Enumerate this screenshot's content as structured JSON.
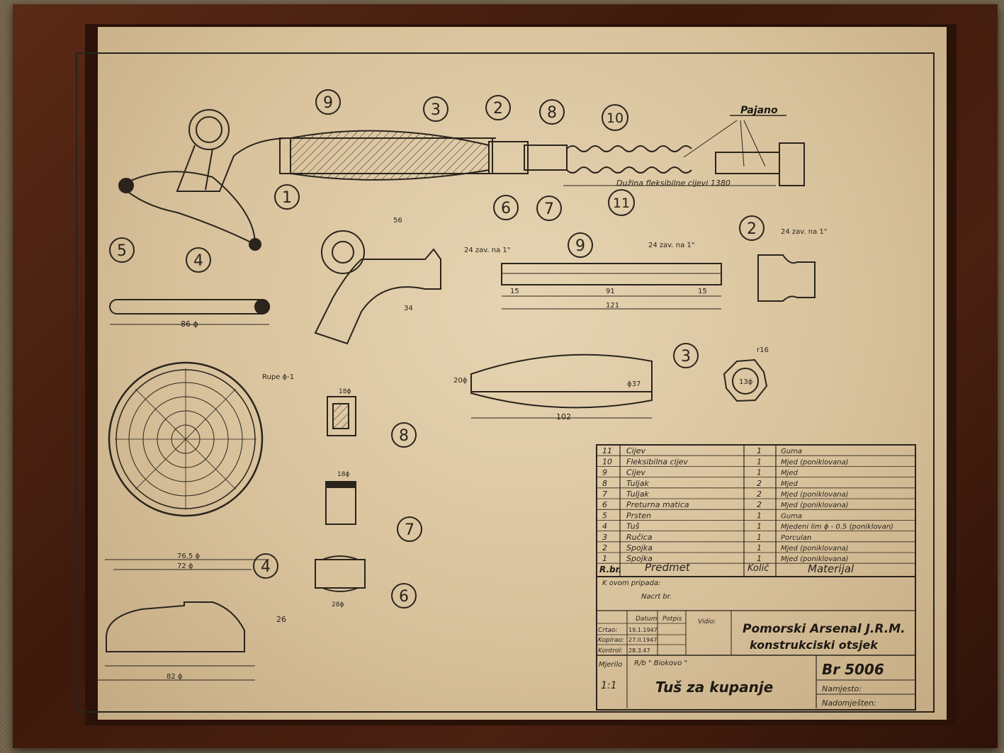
{
  "drawing": {
    "label_pajano": "Pajano",
    "label_duzina": "Dužina fleksibilne cijevi 1380",
    "callouts": [
      "1",
      "2",
      "3",
      "4",
      "5",
      "6",
      "7",
      "8",
      "9",
      "10",
      "11"
    ],
    "dims": {
      "d56": "56",
      "d24zav": "24 zav. na 1\"",
      "d34": "34",
      "d15": "15",
      "d91": "91",
      "d121": "121",
      "d86": "86 ϕ",
      "d102": "102",
      "d82": "82 ϕ",
      "d72": "72 ϕ",
      "d76": "76.5 ϕ",
      "d26": "26",
      "d18": "18ϕ",
      "d28": "28ϕ",
      "rupe": "Rupe ϕ-1",
      "d20": "20ϕ",
      "d37": "ϕ37",
      "d13": "13ϕ",
      "r16": "r16"
    }
  },
  "parts_table": {
    "rows": [
      {
        "no": "11",
        "item": "Cijev",
        "qty": "1",
        "material": "Guma"
      },
      {
        "no": "10",
        "item": "Fleksibilna cijev",
        "qty": "1",
        "material": "Mjed (poniklovana)"
      },
      {
        "no": "9",
        "item": "Cijev",
        "qty": "1",
        "material": "Mjed"
      },
      {
        "no": "8",
        "item": "Tuljak",
        "qty": "2",
        "material": "Mjed"
      },
      {
        "no": "7",
        "item": "Tuljak",
        "qty": "2",
        "material": "Mjed (poniklovana)"
      },
      {
        "no": "6",
        "item": "Preturna matica",
        "qty": "2",
        "material": "Mjed (poniklovana)"
      },
      {
        "no": "5",
        "item": "Prsten",
        "qty": "1",
        "material": "Guma"
      },
      {
        "no": "4",
        "item": "Tuš",
        "qty": "1",
        "material": "Mjedeni lim ϕ - 0.5 (poniklovan)"
      },
      {
        "no": "3",
        "item": "Ručica",
        "qty": "1",
        "material": "Porculan"
      },
      {
        "no": "2",
        "item": "Spojka",
        "qty": "1",
        "material": "Mjed (poniklovana)"
      },
      {
        "no": "1",
        "item": "Spojka",
        "qty": "1",
        "material": "Mjed (poniklovana)"
      }
    ],
    "header": {
      "no": "R.br.",
      "item": "Predmet",
      "qty": "Količ",
      "material": "Materijal"
    }
  },
  "title_block": {
    "k_ovom": "K ovom pripada:",
    "nacrt": "Nacrt br.",
    "col_datum": "Datum",
    "col_potpis": "Potpis",
    "vidio": "Vidio:",
    "rows": [
      {
        "label": "Crtao:",
        "date": "19.1.1947"
      },
      {
        "label": "Kopirao:",
        "date": "27.II.1947"
      },
      {
        "label": "Kontrol:",
        "date": "28.3.47"
      }
    ],
    "org_line1": "Pomorski Arsenal J.R.M.",
    "org_line2": "konstrukciski otsjek",
    "mjerilo_label": "Mjerilo",
    "mjerilo_value": "1:1",
    "rb": "R/b \" Biokovo \"",
    "title": "Tuš za kupanje",
    "number": "Br 5006",
    "namjesto": "Namjesto:",
    "nadomjesten": "Nadomješten:"
  }
}
